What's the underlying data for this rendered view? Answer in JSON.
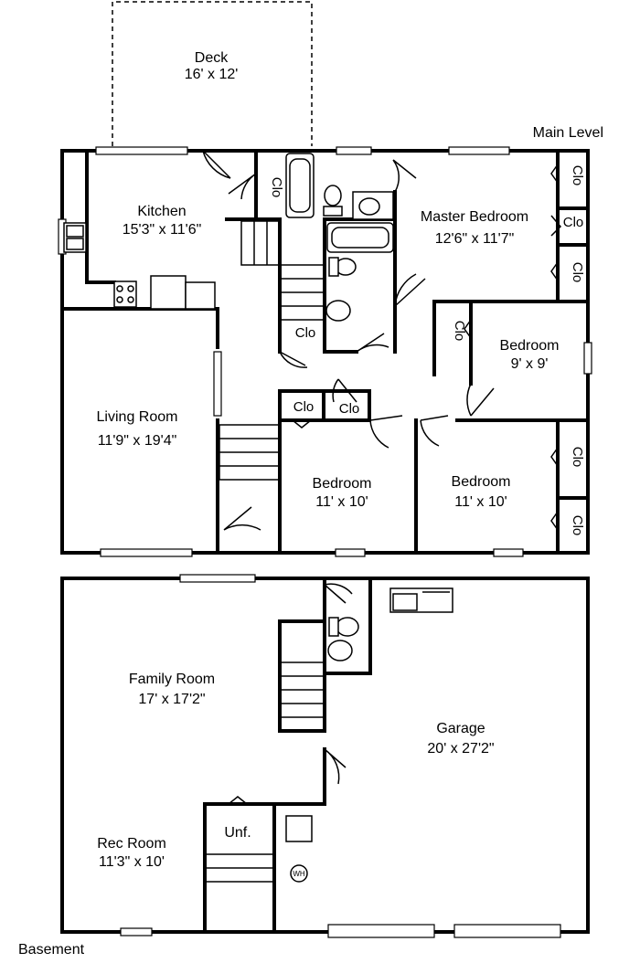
{
  "level_labels": {
    "main": "Main Level",
    "basement": "Basement"
  },
  "rooms": {
    "deck": {
      "name": "Deck",
      "size": "16' x 12'"
    },
    "kitchen": {
      "name": "Kitchen",
      "size": "15'3\" x 11'6\""
    },
    "master": {
      "name": "Master Bedroom",
      "size": "12'6\" x 11'7\""
    },
    "bedroom2": {
      "name": "Bedroom",
      "size": "9' x 9'"
    },
    "living": {
      "name": "Living Room",
      "size": "11'9\" x 19'4\""
    },
    "bedroom3": {
      "name": "Bedroom",
      "size": "11' x 10'"
    },
    "bedroom4": {
      "name": "Bedroom",
      "size": "11' x 10'"
    },
    "family": {
      "name": "Family Room",
      "size": "17' x 17'2\""
    },
    "garage": {
      "name": "Garage",
      "size": "20' x 27'2\""
    },
    "rec": {
      "name": "Rec Room",
      "size": "11'3\" x 10'"
    }
  },
  "closet_label": "Clo",
  "unfinished_label": "Unf.",
  "water_heater_label": "WH"
}
